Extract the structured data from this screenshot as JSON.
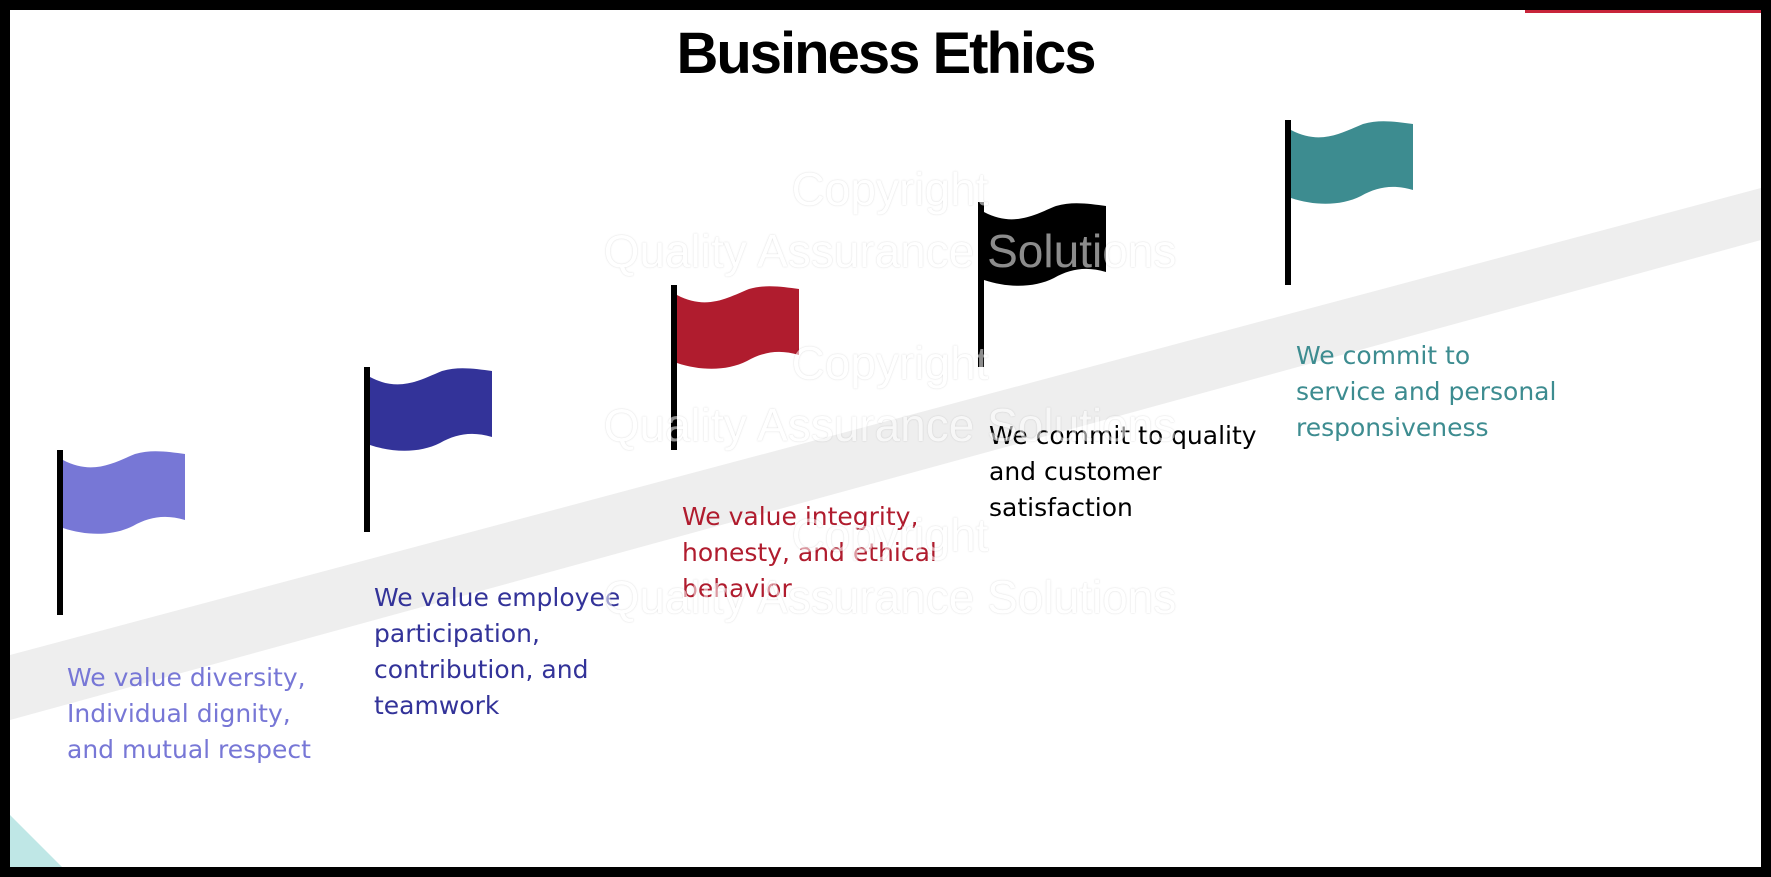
{
  "title": "Business Ethics",
  "watermark": {
    "line1": "Copyright",
    "line2": "Quality Assurance Solutions"
  },
  "colors": {
    "ramp": "#eeeeee",
    "pole": "#000000",
    "top_accent": "#c8243a",
    "corner_accent": "#bfe7e6"
  },
  "steps": [
    {
      "flag_color": "#7777d6",
      "text_color": "#7777d6",
      "lines": [
        "We value diversity,",
        "Individual dignity,",
        "and mutual respect"
      ]
    },
    {
      "flag_color": "#333399",
      "text_color": "#333399",
      "lines": [
        "We value employee",
        "participation,",
        "contribution, and",
        "teamwork"
      ]
    },
    {
      "flag_color": "#b01c2e",
      "text_color": "#b01c2e",
      "lines": [
        "We value  integrity,",
        "honesty, and ethical",
        "behavior"
      ]
    },
    {
      "flag_color": "#000000",
      "text_color": "#000000",
      "lines": [
        "We commit to quality",
        "and customer",
        "satisfaction"
      ]
    },
    {
      "flag_color": "#3d8c90",
      "text_color": "#3d8c90",
      "lines": [
        "We commit to",
        "service and personal",
        "responsiveness"
      ]
    }
  ]
}
